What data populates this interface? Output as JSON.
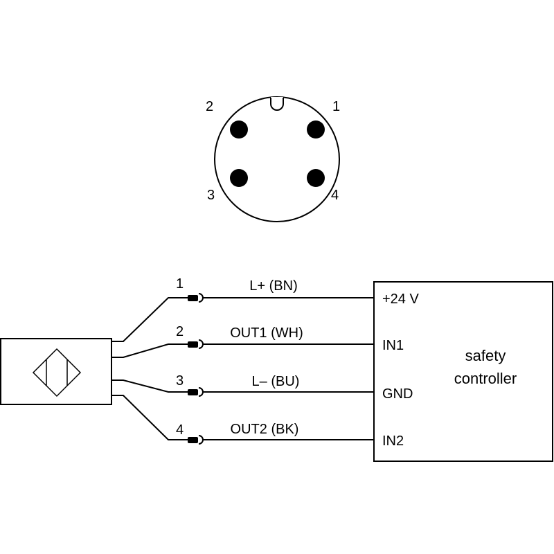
{
  "connector": {
    "pins": [
      {
        "number": "1"
      },
      {
        "number": "2"
      },
      {
        "number": "3"
      },
      {
        "number": "4"
      }
    ]
  },
  "wiring": {
    "wires": [
      {
        "pin": "1",
        "label": "L+ (BN)",
        "terminal": "+24 V"
      },
      {
        "pin": "2",
        "label": "OUT1 (WH)",
        "terminal": "IN1"
      },
      {
        "pin": "3",
        "label": "L– (BU)",
        "terminal": "GND"
      },
      {
        "pin": "4",
        "label": "OUT2 (BK)",
        "terminal": "IN2"
      }
    ]
  },
  "controller": {
    "title_line1": "safety",
    "title_line2": "controller"
  },
  "colors": {
    "stroke": "#000000",
    "background": "#ffffff"
  }
}
